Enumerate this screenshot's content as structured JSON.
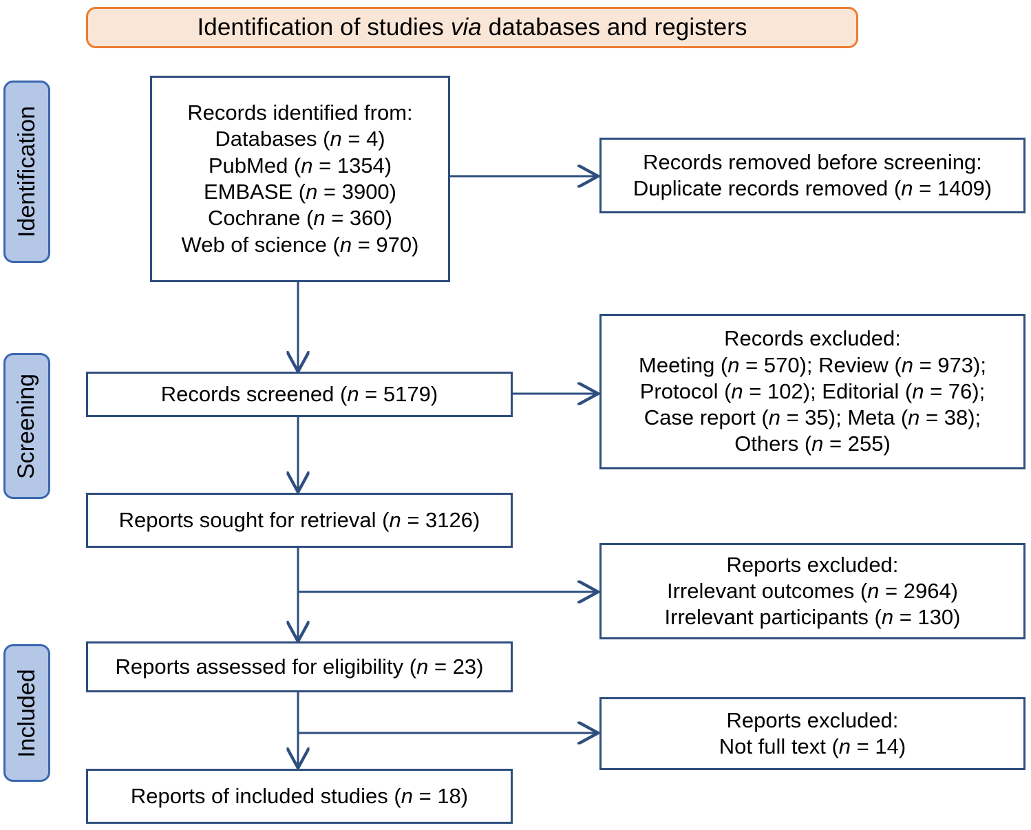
{
  "banner": {
    "title_prefix": "Identification of studies ",
    "title_em": "via",
    "title_suffix": " databases and registers"
  },
  "stages": [
    {
      "id": "identification",
      "label": "Identification"
    },
    {
      "id": "screening",
      "label": "Screening"
    },
    {
      "id": "included",
      "label": "Included"
    }
  ],
  "boxes": {
    "records_identified": "Records identified from:\nDatabases (n = 4)\nPubMed (n = 1354)\nEMBASE (n = 3900)\nCochrane (n = 360)\nWeb of science (n = 970)",
    "records_removed": "Records removed before screening:\nDuplicate records removed (n = 1409)",
    "records_screened": "Records screened (n = 5179)",
    "records_excluded": "Records excluded:\nMeeting (n = 570); Review (n = 973);\nProtocol (n = 102); Editorial (n = 76);\nCase report (n = 35); Meta (n = 38);\nOthers (n = 255)",
    "reports_sought": "Reports sought for retrieval (n = 3126)",
    "reports_excluded_1": "Reports excluded:\nIrrelevant outcomes (n = 2964)\nIrrelevant participants (n = 130)",
    "reports_assessed": "Reports assessed for eligibility (n = 23)",
    "reports_excluded_2": "Reports excluded:\nNot full text (n = 14)",
    "reports_included": "Reports of included studies (n = 18)"
  },
  "counts": {
    "databases": 4,
    "pubmed": 1354,
    "embase": 3900,
    "cochrane": 360,
    "web_of_science": 970,
    "duplicates_removed": 1409,
    "records_screened": 5179,
    "excluded_meeting": 570,
    "excluded_review": 973,
    "excluded_protocol": 102,
    "excluded_editorial": 76,
    "excluded_case_report": 35,
    "excluded_meta": 38,
    "excluded_others": 255,
    "reports_sought": 3126,
    "excluded_irrelevant_outcomes": 2964,
    "excluded_irrelevant_participants": 130,
    "reports_assessed": 23,
    "excluded_not_full_text": 14,
    "reports_included": 18
  },
  "colors": {
    "banner_fill": "#FAE6D6",
    "banner_border": "#ED7D31",
    "stage_fill": "#B4C7E7",
    "stage_border": "#3A67B0",
    "box_border": "#2E4E7E",
    "connector": "#2E4E7E",
    "text": "#000000"
  }
}
